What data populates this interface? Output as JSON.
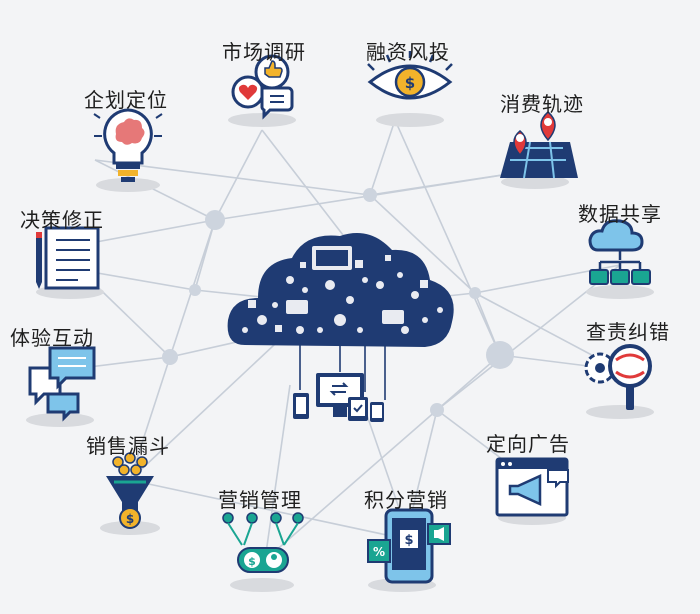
{
  "center": {
    "icon": "cloud-devices-icon"
  },
  "nodes": [
    {
      "id": "market-research",
      "label": "市场调研",
      "icon": "chat-like-heart-icon"
    },
    {
      "id": "financing",
      "label": "融资风投",
      "icon": "eye-dollar-icon"
    },
    {
      "id": "planning",
      "label": "企划定位",
      "icon": "lightbulb-brain-icon"
    },
    {
      "id": "consumer-tracking",
      "label": "消费轨迹",
      "icon": "map-pins-icon"
    },
    {
      "id": "decision",
      "label": "决策修正",
      "icon": "document-pen-icon"
    },
    {
      "id": "data-sharing",
      "label": "数据共享",
      "icon": "cloud-network-icon"
    },
    {
      "id": "experience",
      "label": "体验互动",
      "icon": "chat-bubbles-icon"
    },
    {
      "id": "inspection",
      "label": "查责纠错",
      "icon": "gear-magnifier-icon"
    },
    {
      "id": "sales-funnel",
      "label": "销售漏斗",
      "icon": "funnel-coins-icon"
    },
    {
      "id": "targeted-ads",
      "label": "定向广告",
      "icon": "browser-megaphone-icon"
    },
    {
      "id": "marketing-mgmt",
      "label": "营销管理",
      "icon": "tree-dollar-user-icon"
    },
    {
      "id": "points-marketing",
      "label": "积分营销",
      "icon": "phone-dollar-icon"
    }
  ],
  "colors": {
    "navy": "#1f3b73",
    "teal": "#1aa592",
    "red": "#e03a3a",
    "yellow": "#f2b32b",
    "light_blue": "#7ec4ea",
    "line": "#c9d0da",
    "hub": "#cfd5de"
  }
}
